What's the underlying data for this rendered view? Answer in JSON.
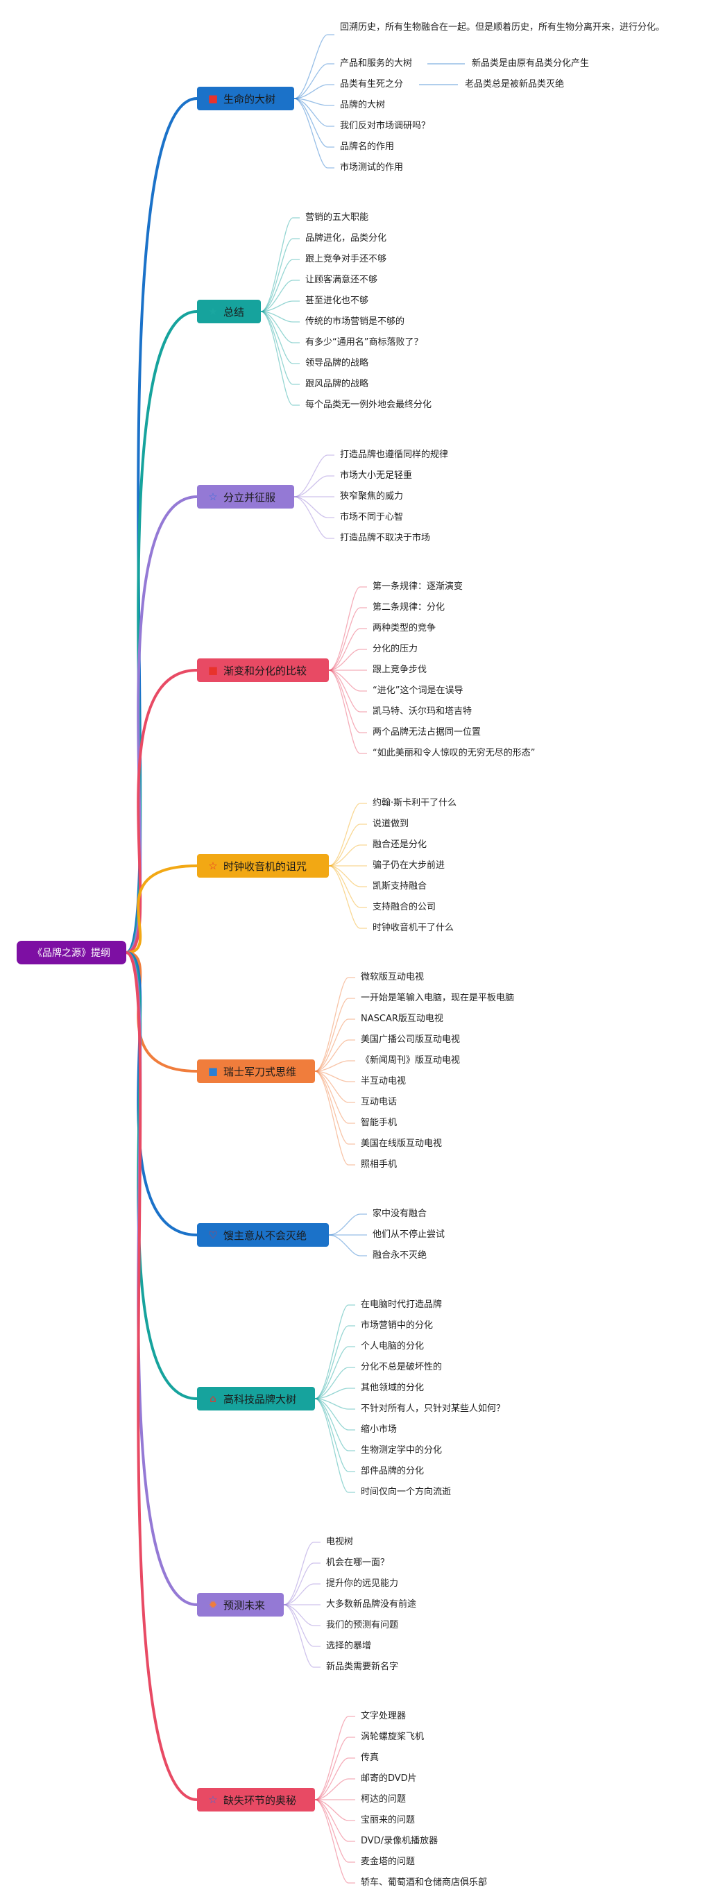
{
  "root": {
    "label": "《品牌之源》提纲"
  },
  "branches": [
    {
      "label": "生命的大树",
      "icon": "red-flag-icon",
      "glyph": "■",
      "glyph_color": "#e8332c",
      "color": "#1b72c9",
      "leaves": [
        "回溯历史，所有生物融合在一起。但是顺着历史，所有生物分离开来，进行分化。",
        "产品和服务的大树",
        "品类有生死之分",
        "品牌的大树",
        "我们反对市场调研吗？",
        "品牌名的作用",
        "市场测试的作用"
      ],
      "subleaves": [
        {
          "parent": 1,
          "label": "新品类是由原有品类分化产生"
        },
        {
          "parent": 2,
          "label": "老品类总是被新品类灭绝"
        }
      ]
    },
    {
      "label": "总结",
      "icon": "star-icon",
      "glyph": "★",
      "glyph_color": "#1aa7a0",
      "color": "#16a39d",
      "leaves": [
        "营销的五大职能",
        "品牌进化，品类分化",
        "跟上竞争对手还不够",
        "让顾客满意还不够",
        "甚至进化也不够",
        "传统的市场营销是不够的",
        "有多少“通用名”商标落败了？",
        "领导品牌的战略",
        "跟风品牌的战略",
        "每个品类无一例外地会最终分化"
      ]
    },
    {
      "label": "分立并征服",
      "icon": "star-outline-icon",
      "glyph": "☆",
      "glyph_color": "#3d6fd9",
      "color": "#9479d5",
      "leaves": [
        "打造品牌也遵循同样的规律",
        "市场大小无足轻重",
        "狭窄聚焦的威力",
        "市场不同于心智",
        "打造品牌不取决于市场"
      ]
    },
    {
      "label": "渐变和分化的比较",
      "icon": "red-flag-icon",
      "glyph": "■",
      "glyph_color": "#e8332c",
      "color": "#e84a64",
      "leaves": [
        "第一条规律：逐渐演变",
        "第二条规律：分化",
        "两种类型的竞争",
        "分化的压力",
        "跟上竞争步伐",
        "“进化”这个词是在误导",
        "凯马特、沃尔玛和塔吉特",
        "两个品牌无法占据同一位置",
        "“如此美丽和令人惊叹的无穷无尽的形态”"
      ]
    },
    {
      "label": "时钟收音机的诅咒",
      "icon": "star-outline-icon",
      "glyph": "☆",
      "glyph_color": "#e8332c",
      "color": "#f2a814",
      "leaves": [
        "约翰·斯卡利干了什么",
        "说道做到",
        "融合还是分化",
        "骗子仍在大步前进",
        "凯斯支持融合",
        "支持融合的公司",
        "时钟收音机干了什么"
      ]
    },
    {
      "label": "瑞士军刀式思维",
      "icon": "blue-flag-icon",
      "glyph": "■",
      "glyph_color": "#2a7fd4",
      "color": "#f07d3c",
      "leaves": [
        "微软版互动电视",
        "一开始是笔输入电脑，现在是平板电脑",
        "NASCAR版互动电视",
        "美国广播公司版互动电视",
        "《新闻周刊》版互动电视",
        "半互动电视",
        "互动电话",
        "智能手机",
        "美国在线版互动电视",
        "照相手机"
      ]
    },
    {
      "label": "馊主意从不会灭绝",
      "icon": "heart-icon",
      "glyph": "♡",
      "glyph_color": "#e8332c",
      "color": "#1b72c9",
      "leaves": [
        "家中没有融合",
        "他们从不停止尝试",
        "融合永不灭绝"
      ]
    },
    {
      "label": "高科技品牌大树",
      "icon": "home-icon",
      "glyph": "⌂",
      "glyph_color": "#e8332c",
      "color": "#16a39d",
      "leaves": [
        "在电脑时代打造品牌",
        "市场营销中的分化",
        "个人电脑的分化",
        "分化不总是破坏性的",
        "其他领域的分化",
        "不针对所有人，只针对某些人如何？",
        "缩小市场",
        "生物测定学中的分化",
        "部件品牌的分化",
        "时间仅向一个方向流逝"
      ]
    },
    {
      "label": "预测未来",
      "icon": "sun-icon",
      "glyph": "✹",
      "glyph_color": "#f07d3c",
      "color": "#9479d5",
      "leaves": [
        "电视树",
        "机会在哪一面？",
        "提升你的远见能力",
        "大多数新品牌没有前途",
        "我们的预测有问题",
        "选择的暴增",
        "新品类需要新名字"
      ]
    },
    {
      "label": "缺失环节的奥秘",
      "icon": "star-outline-icon",
      "glyph": "☆",
      "glyph_color": "#3d6fd9",
      "color": "#e84a64",
      "leaves": [
        "文字处理器",
        "涡轮螺旋桨飞机",
        "传真",
        "邮寄的DVD片",
        "柯达的问题",
        "宝丽来的问题",
        "DVD/录像机播放器",
        "麦金塔的问题",
        "轿车、葡萄酒和仓储商店俱乐部"
      ]
    }
  ]
}
